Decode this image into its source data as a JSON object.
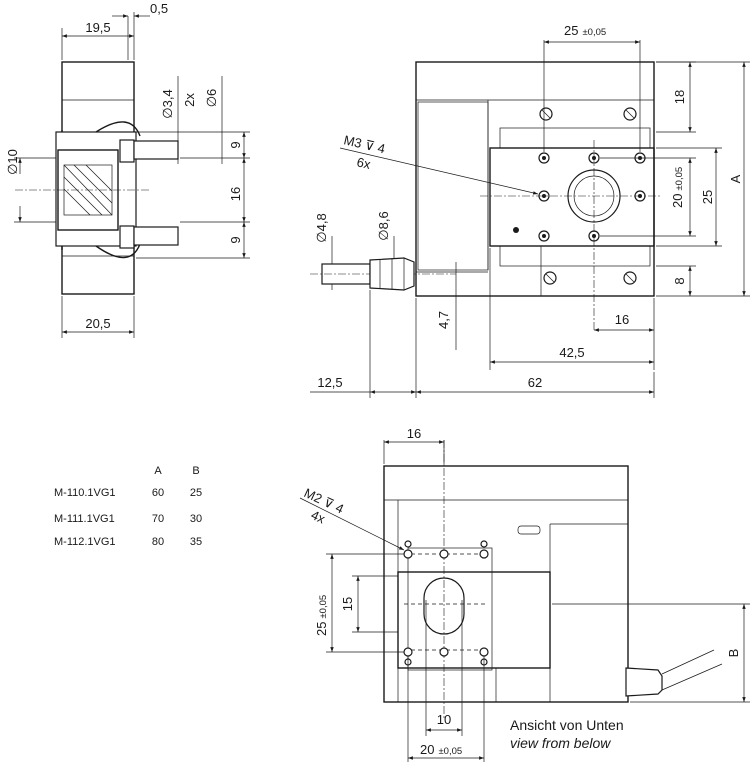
{
  "side_view": {
    "dim_width_top": "19,5",
    "dim_gap": "0,5",
    "dim_width_bottom": "20,5",
    "dim_diameter_small": "∅3,4",
    "dim_count": "2x",
    "dim_diameter_counterbore": "∅6",
    "dim_diameter_bore": "∅10",
    "dim_spacing_top": "9",
    "dim_spacing_mid": "16",
    "dim_spacing_bottom": "9"
  },
  "front_view": {
    "dim_hole_spacing": "25",
    "dim_hole_spacing_tol": "±0,05",
    "thread_label": "M3",
    "thread_depth": "4",
    "thread_count": "6x",
    "dim_top_offset": "18",
    "dim_height_inner": "20",
    "dim_height_inner_tol": "±0,05",
    "dim_height_25": "25",
    "dim_height_A": "A",
    "dim_bottom_offset": "8",
    "dim_shaft_diameter": "∅4,8",
    "dim_collar_diameter": "∅8,6",
    "dim_shaft_offset": "4,7",
    "dim_hole_to_edge": "16",
    "dim_width_42": "42,5",
    "dim_shaft_length": "12,5",
    "dim_total_width": "62"
  },
  "table": {
    "header_a": "A",
    "header_b": "B",
    "rows": [
      {
        "model": "M-110.1VG1",
        "a": "60",
        "b": "25"
      },
      {
        "model": "M-111.1VG1",
        "a": "70",
        "b": "30"
      },
      {
        "model": "M-112.1VG1",
        "a": "80",
        "b": "35"
      }
    ]
  },
  "bottom_view": {
    "dim_top_16": "16",
    "thread_label": "M2",
    "thread_depth": "4",
    "thread_count": "4x",
    "dim_vertical_25": "25",
    "dim_vertical_25_tol": "±0,05",
    "dim_vertical_15": "15",
    "dim_height_B": "B",
    "dim_bottom_10": "10",
    "dim_bottom_20": "20",
    "dim_bottom_20_tol": "±0,05",
    "caption_de": "Ansicht von Unten",
    "caption_en": "view from below"
  },
  "colors": {
    "line": "#1a1a1a",
    "background": "#ffffff"
  }
}
